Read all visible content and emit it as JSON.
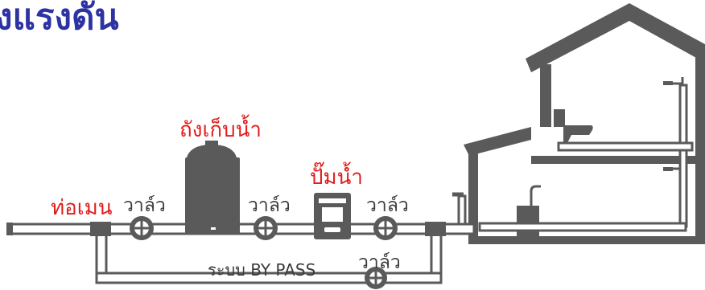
{
  "title": "งแรงดัน",
  "labels": {
    "main_pipe": "ท่อเมน",
    "tank": "ถังเก็บน้ำ",
    "pump": "ปั๊มน้ำ",
    "valve_1": "วาล์ว",
    "valve_2": "วาล์ว",
    "valve_3": "วาล์ว",
    "valve_bypass": "วาล์ว",
    "bypass_system": "ระบบ BY PASS"
  },
  "colors": {
    "title": "#2e33a3",
    "label_red": "#e11c1c",
    "label_dark": "#3b3b3b",
    "structure": "#5a5a5a",
    "pipe_fill": "#ffffff"
  }
}
